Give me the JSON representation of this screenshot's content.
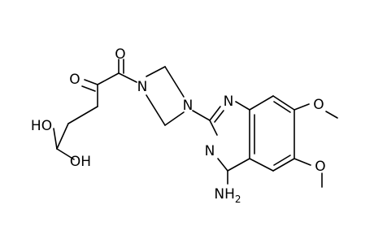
{
  "molecule": {
    "atoms": {
      "o_ketone": "O",
      "o_amide": "O",
      "n_piperazine_left": "N",
      "n_piperazine_right": "N",
      "n_quin_top": "N",
      "n_quin_bottom": "N",
      "o_methoxy_top": "O",
      "o_methoxy_bottom": "O",
      "nh2_main": "NH",
      "nh2_sub": "2",
      "oh_upper": "HO",
      "oh_lower": "OH"
    }
  }
}
